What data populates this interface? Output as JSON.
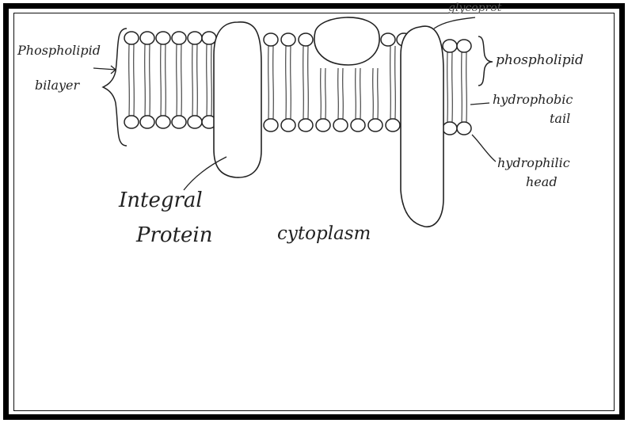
{
  "labels": {
    "phospholipid_bilayer_line1": "Phospholipid",
    "phospholipid_bilayer_line2": "bilayer",
    "phospholipid": "phospholipid",
    "hydrophobic_tail_line1": "hydrophobic",
    "hydrophobic_tail_line2": "tail",
    "hydrophilic_head_line1": "hydrophilic",
    "hydrophilic_head_line2": "head",
    "integral_protein_line1": "Integral",
    "integral_protein_line2": "Protein",
    "cytoplasm": "cytoplasm",
    "glycoprotein_cropped": "glycoprot"
  },
  "colors": {
    "ink": "#222222",
    "frame": "#000000",
    "background": "#ffffff"
  }
}
